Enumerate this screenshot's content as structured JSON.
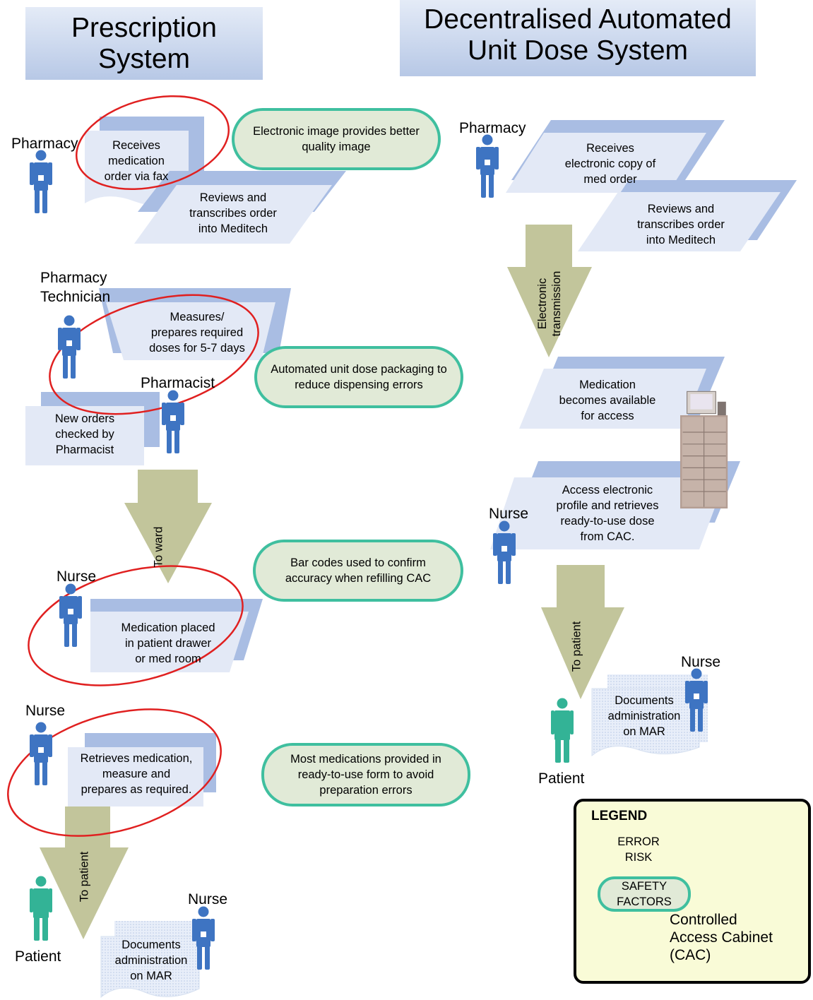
{
  "headers": {
    "left": [
      "Prescription",
      "System"
    ],
    "right": [
      "Decentralised Automated",
      "Unit Dose System"
    ]
  },
  "left_flow": {
    "pharmacy_label": "Pharmacy",
    "receives_fax": [
      "Receives",
      "medication",
      "order via fax"
    ],
    "reviews_transcribes": [
      "Reviews and",
      "transcribes order",
      "into Meditech"
    ],
    "tech_label": [
      "Pharmacy",
      "Technician"
    ],
    "measures_prepares": [
      "Measures/",
      "prepares required",
      "doses for 5-7 days"
    ],
    "pharmacist_label": "Pharmacist",
    "new_orders": [
      "New orders",
      "checked by",
      "Pharmacist"
    ],
    "to_ward": "To ward",
    "nurse_label_1": "Nurse",
    "placed_drawer": [
      "Medication placed",
      "in patient drawer",
      "or med room"
    ],
    "nurse_label_2": "Nurse",
    "retrieves": [
      "Retrieves medication,",
      "measure and",
      "prepares as required."
    ],
    "to_patient": "To patient",
    "patient_label": "Patient",
    "nurse_label_3": "Nurse",
    "documents": [
      "Documents",
      "administration",
      "on MAR"
    ]
  },
  "safety_factors": [
    [
      "Electronic image provides better",
      "quality image"
    ],
    [
      "Automated unit dose packaging to",
      "reduce dispensing errors"
    ],
    [
      "Bar codes used to confirm",
      "accuracy when refilling  CAC"
    ],
    [
      "Most medications provided in",
      "ready-to-use form to avoid",
      "preparation errors"
    ]
  ],
  "right_flow": {
    "pharmacy_label": "Pharmacy",
    "receives_electronic": [
      "Receives",
      "electronic copy of",
      "med order"
    ],
    "reviews_transcribes": [
      "Reviews and",
      "transcribes order",
      "into Meditech"
    ],
    "electronic_transmission": [
      "Electronic",
      "transmission"
    ],
    "available": [
      "Medication",
      "becomes available",
      "for access"
    ],
    "nurse_label_1": "Nurse",
    "access_profile": [
      "Access electronic",
      "profile and retrieves",
      "ready-to-use dose",
      "from CAC."
    ],
    "to_patient": "To patient",
    "nurse_label_2": "Nurse",
    "documents": [
      "Documents",
      "administration",
      "on MAR"
    ],
    "patient_label": "Patient"
  },
  "legend": {
    "title": "LEGEND",
    "error_risk": [
      "ERROR",
      "RISK"
    ],
    "safety_factors": [
      "SAFETY",
      "FACTORS"
    ],
    "cac": [
      "Controlled",
      "Access Cabinet",
      "(CAC)"
    ]
  },
  "colors": {
    "header_fill": "#b7c8e6",
    "card_back": "#a9bde3",
    "card_front": "#e3e9f6",
    "error_risk_outline": "#e02020",
    "safety_outline": "#3fbf9f",
    "safety_fill": "#e1ead7",
    "arrow_fill": "#c2c59b",
    "staff_icon": "#3e74c2",
    "patient_icon": "#33b396",
    "legend_fill": "#f9fbd7"
  },
  "icons": [
    "person-icon",
    "patient-icon",
    "cabinet-icon"
  ]
}
